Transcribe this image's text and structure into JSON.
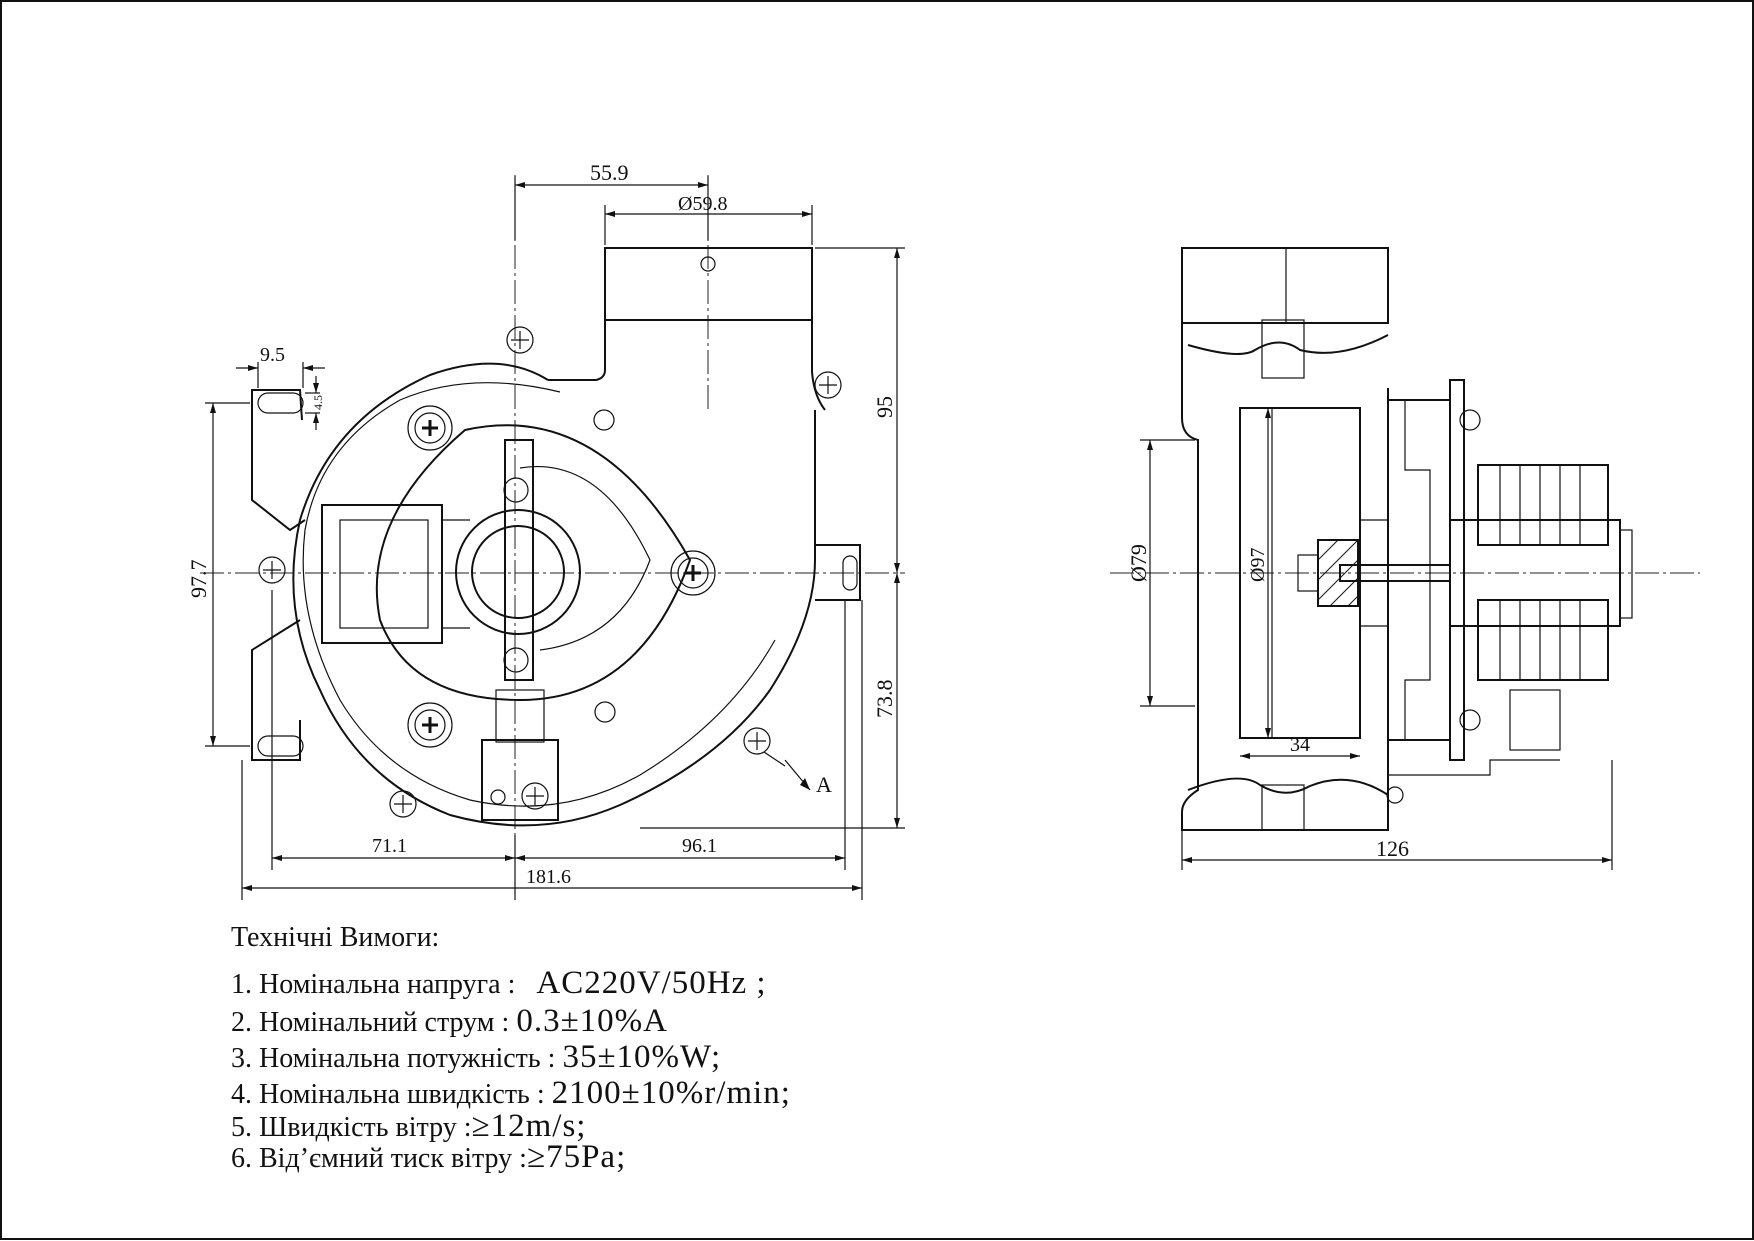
{
  "front_view": {
    "dimensions": {
      "d1": "55.9",
      "d2": "Ø59.8",
      "d3": "9.5",
      "d4": "4.5",
      "d5": "95",
      "d6": "97.7",
      "d7": "73.8",
      "d8": "71.1",
      "d9": "96.1",
      "d10": "181.6"
    },
    "section_mark": "A"
  },
  "side_view": {
    "dimensions": {
      "d1": "Ø79",
      "d2": "Ø97",
      "d3": "34",
      "d4": "126"
    }
  },
  "specs": {
    "title": "Технічні Вимоги:",
    "items": [
      {
        "label": "1. Номінальна напруга : ",
        "value": "AC220V/50Hz ;"
      },
      {
        "label": "2. Номінальний струм : ",
        "value": "0.3±10%A"
      },
      {
        "label": "3. Номінальна потужність : ",
        "value": "35±10%W;"
      },
      {
        "label": "4. Номінальна швидкість : ",
        "value": "2100±10%r/min;"
      },
      {
        "label": "5. Швидкість вітру :",
        "value": "≥12m/s;"
      },
      {
        "label": "6. Від’ємний тиск вітру :",
        "value": "≥75Pa;"
      }
    ]
  }
}
